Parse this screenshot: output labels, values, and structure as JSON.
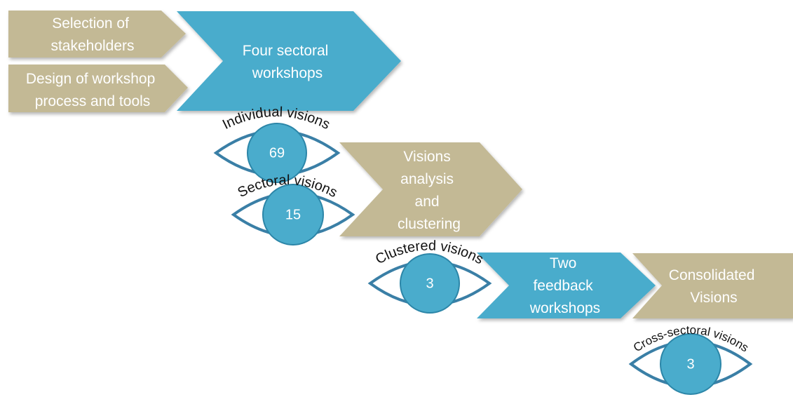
{
  "colors": {
    "tan": "#c3b995",
    "teal": "#4aaccc",
    "teal_dark": "#2c86a8",
    "eye_outline": "#3a7fa6"
  },
  "steps": [
    {
      "id": "selection",
      "lines": [
        "Selection of",
        "stakeholders"
      ],
      "color": "tan"
    },
    {
      "id": "design",
      "lines": [
        "Design of workshop",
        "process and tools"
      ],
      "color": "tan"
    },
    {
      "id": "four",
      "lines": [
        "Four sectoral",
        "workshops"
      ],
      "color": "teal"
    },
    {
      "id": "analysis",
      "lines": [
        "Visions",
        "analysis",
        "and",
        "clustering"
      ],
      "color": "tan"
    },
    {
      "id": "feedback",
      "lines": [
        "Two",
        "feedback",
        "workshops"
      ],
      "color": "teal"
    },
    {
      "id": "consolidated",
      "lines": [
        "Consolidated",
        "Visions"
      ],
      "color": "tan"
    }
  ],
  "eyes": [
    {
      "id": "individual",
      "label": "Individual visions",
      "value": "69"
    },
    {
      "id": "sectoral",
      "label": "Sectoral visions",
      "value": "15"
    },
    {
      "id": "clustered",
      "label": "Clustered visions",
      "value": "3"
    },
    {
      "id": "cross-sectoral",
      "label": "Cross-sectoral  visions",
      "value": "3"
    }
  ]
}
